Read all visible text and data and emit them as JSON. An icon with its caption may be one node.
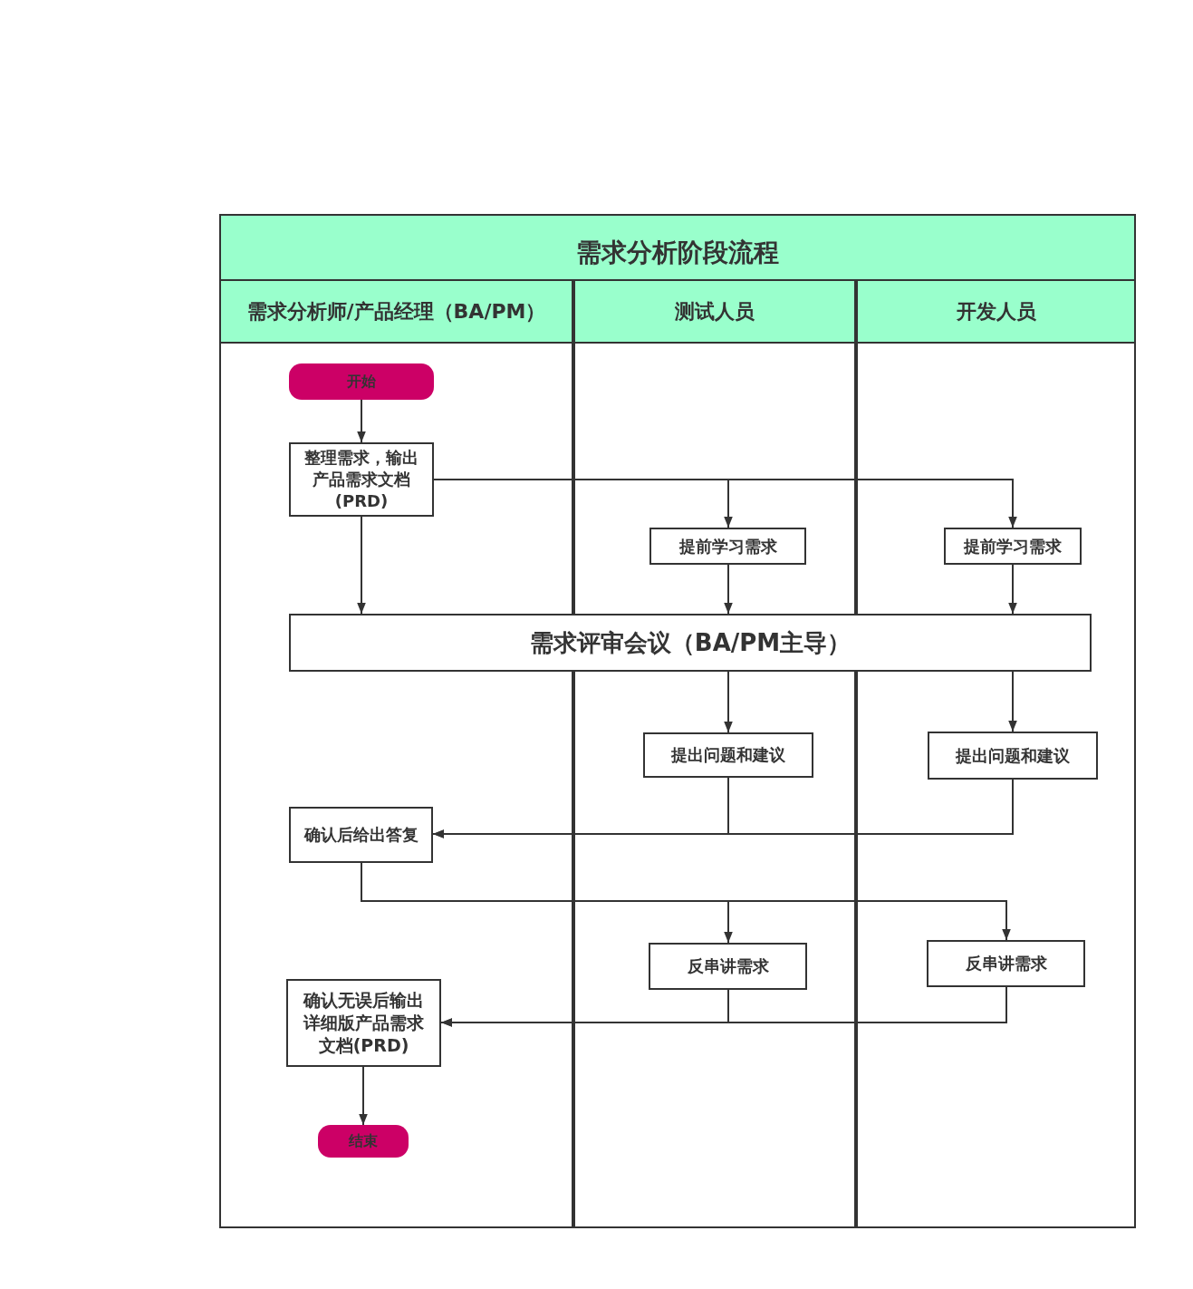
{
  "diagram": {
    "nodes": [
      {
        "text": [
          "需求分析阶段流程"
        ]
      },
      {
        "text": [
          "需求分析师/产品经理（BA/PM）"
        ],
        "in": 0
      },
      {
        "text": [
          "测试人员"
        ],
        "in": 0
      },
      {
        "text": [
          "开发人员"
        ],
        "in": 0
      },
      {
        "text": [
          "开始"
        ],
        "in": 1
      },
      {
        "text": [
          "整理需求，输出产品需求文档(PRD)"
        ],
        "in": 1
      },
      {
        "text": [
          "提前学习需求"
        ],
        "in": 2
      },
      {
        "text": [
          "提前学习需求"
        ],
        "in": 3
      },
      {
        "text": [
          "需求评审会议（BA/PM主导）"
        ],
        "in": 0
      },
      {
        "text": [
          "提出问题和建议"
        ],
        "in": 2
      },
      {
        "text": [
          "提出问题和建议"
        ],
        "in": 3
      },
      {
        "text": [
          "确认后给出答复"
        ],
        "in": 1
      },
      {
        "text": [
          "反串讲需求"
        ],
        "in": 2
      },
      {
        "text": [
          "反串讲需求"
        ],
        "in": 3
      },
      {
        "text": [
          "确认无误后输出详细版产品需求文档(PRD)"
        ],
        "in": 1
      },
      {
        "text": [
          "结束"
        ],
        "in": 1
      }
    ],
    "edges": [
      {
        "from": 4,
        "to": 5,
        "arrow": "to"
      },
      {
        "from": 5,
        "to": 6,
        "arrow": "to"
      },
      {
        "from": 5,
        "to": 7,
        "arrow": "to"
      },
      {
        "from": 5,
        "to": 8,
        "arrow": "to"
      },
      {
        "from": 6,
        "to": 8,
        "arrow": "to"
      },
      {
        "from": 7,
        "to": 8,
        "arrow": "to"
      },
      {
        "from": 8,
        "to": 9,
        "arrow": "to"
      },
      {
        "from": 8,
        "to": 10,
        "arrow": "to"
      },
      {
        "from": 9,
        "to": 11,
        "arrow": "to"
      },
      {
        "from": 10,
        "to": 11,
        "arrow": "to"
      },
      {
        "from": 11,
        "to": 12,
        "arrow": "to"
      },
      {
        "from": 11,
        "to": 13,
        "arrow": "to"
      },
      {
        "from": 12,
        "to": 14,
        "arrow": "to"
      },
      {
        "from": 13,
        "to": 14,
        "arrow": "to"
      },
      {
        "from": 14,
        "to": 15,
        "arrow": "to"
      }
    ]
  }
}
